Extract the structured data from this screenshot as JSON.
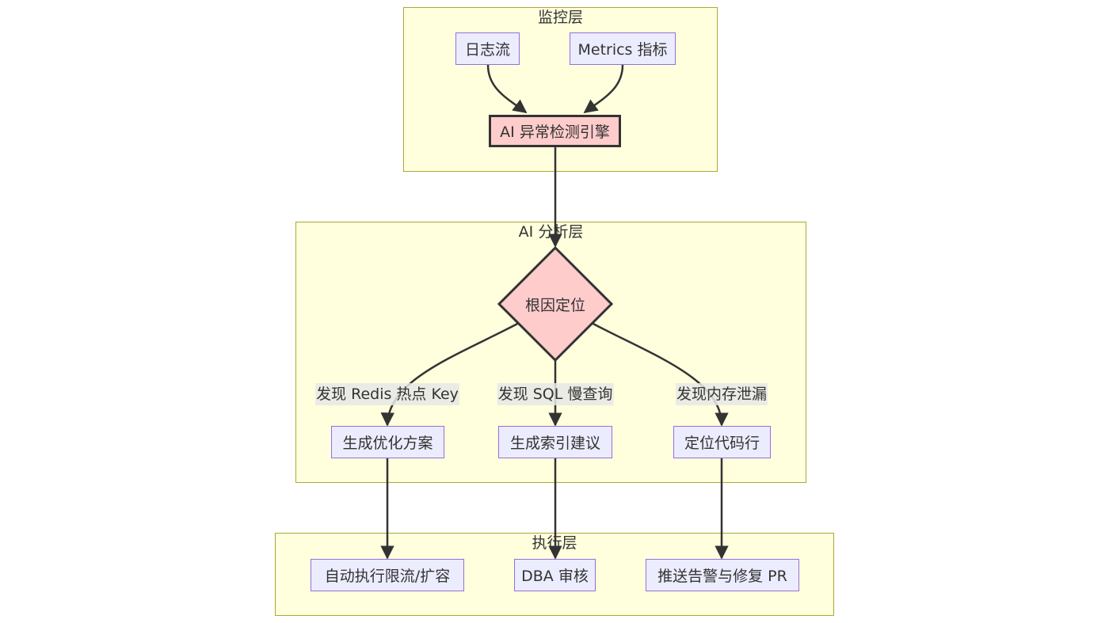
{
  "clusters": {
    "monitor": "监控层",
    "analysis": "AI 分析层",
    "execution": "执行层"
  },
  "nodes": {
    "log_stream": "日志流",
    "metrics": "Metrics 指标",
    "ai_engine": "AI 异常检测引擎",
    "root_cause": "根因定位",
    "gen_optimize": "生成优化方案",
    "gen_index": "生成索引建议",
    "locate_code": "定位代码行",
    "auto_exec": "自动执行限流/扩容",
    "dba_review": "DBA 审核",
    "push_alert": "推送告警与修复 PR"
  },
  "edge_labels": {
    "redis": "发现 Redis 热点 Key",
    "sql": "发现 SQL 慢查询",
    "memory": "发现内存泄漏"
  },
  "colors": {
    "cluster_fill": "#ffffde",
    "cluster_border": "#aaaa33",
    "node_fill": "#ececff",
    "node_border": "#9370db",
    "alert_fill": "#ffcccc",
    "edge": "#333333"
  }
}
